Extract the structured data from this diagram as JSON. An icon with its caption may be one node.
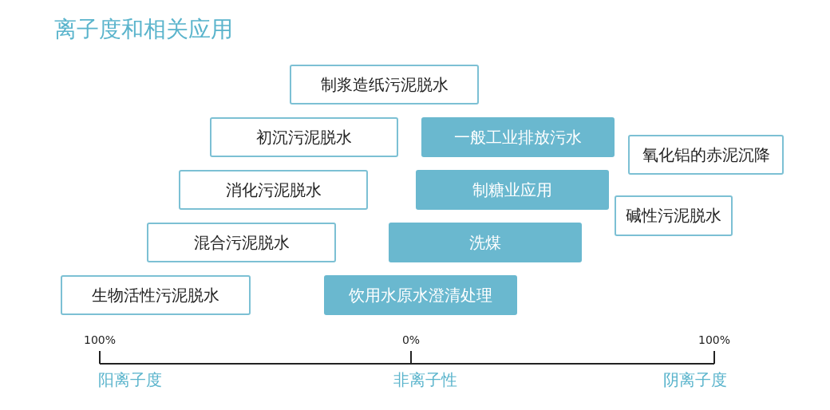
{
  "diagram": {
    "title": "离子度和相关应用",
    "nodes": [
      {
        "text": [
          "制浆造纸污泥脱水"
        ]
      },
      {
        "text": [
          "初沉污泥脱水"
        ]
      },
      {
        "text": [
          "一般工业排放污水"
        ]
      },
      {
        "text": [
          "氧化铝的赤泥沉降"
        ]
      },
      {
        "text": [
          "消化污泥脱水"
        ]
      },
      {
        "text": [
          "制糖业应用"
        ]
      },
      {
        "text": [
          "碱性污泥脱水"
        ]
      },
      {
        "text": [
          "混合污泥脱水"
        ]
      },
      {
        "text": [
          "洗煤"
        ]
      },
      {
        "text": [
          "生物活性污泥脱水"
        ]
      },
      {
        "text": [
          "饮用水原水澄清处理"
        ]
      }
    ],
    "labels": [
      "100%",
      "0%",
      "100%",
      "阳离子度",
      "非离子性",
      "阴离子度"
    ]
  }
}
